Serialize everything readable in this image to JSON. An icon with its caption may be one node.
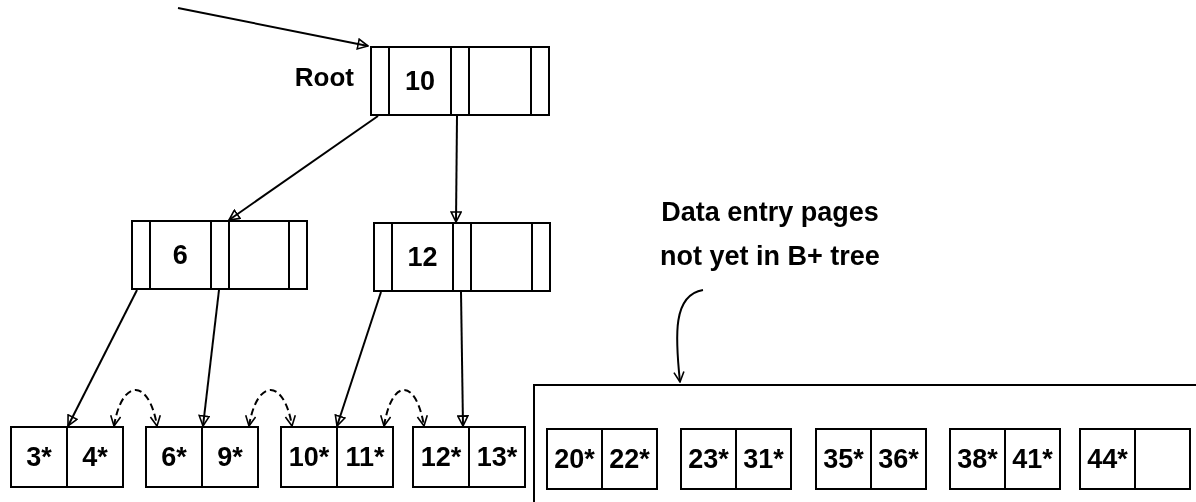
{
  "diagram": {
    "nodes": [
      {
        "text": [
          "10"
        ],
        "beside": [
          "Root"
        ]
      },
      {
        "text": [
          "6"
        ]
      },
      {
        "text": [
          "12"
        ]
      },
      {
        "text": [
          "3*",
          "4*"
        ]
      },
      {
        "text": [
          "6*",
          "9*"
        ]
      },
      {
        "text": [
          "10*",
          "11*"
        ]
      },
      {
        "text": [
          "12*",
          "13*"
        ]
      },
      {
        "text": [
          "Data entry pages not yet in B+ tree"
        ]
      },
      {
        "text": [],
        "shape": "box"
      },
      {
        "text": [
          "20*",
          "22*"
        ],
        "in": 8
      },
      {
        "text": [
          "23*",
          "31*"
        ],
        "in": 8
      },
      {
        "text": [
          "35*",
          "36*"
        ],
        "in": 8
      },
      {
        "text": [
          "38*",
          "41*"
        ],
        "in": 8
      },
      {
        "text": [
          "44*"
        ],
        "in": 8
      }
    ],
    "edges": [
      {
        "from": null,
        "to": 0,
        "arrow": "to"
      },
      {
        "from": 0,
        "to": 1,
        "arrow": "to"
      },
      {
        "from": 0,
        "to": 2,
        "arrow": "to"
      },
      {
        "from": 1,
        "to": 3,
        "arrow": "to"
      },
      {
        "from": 1,
        "to": 4,
        "arrow": "to"
      },
      {
        "from": 2,
        "to": 5,
        "arrow": "to"
      },
      {
        "from": 2,
        "to": 6,
        "arrow": "to"
      },
      {
        "from": 3,
        "to": 4,
        "arrow": "both",
        "style": "dashed"
      },
      {
        "from": 4,
        "to": 5,
        "arrow": "both",
        "style": "dashed"
      },
      {
        "from": 5,
        "to": 6,
        "arrow": "both",
        "style": "dashed"
      },
      {
        "from": 7,
        "to": 8,
        "arrow": "to"
      }
    ]
  }
}
